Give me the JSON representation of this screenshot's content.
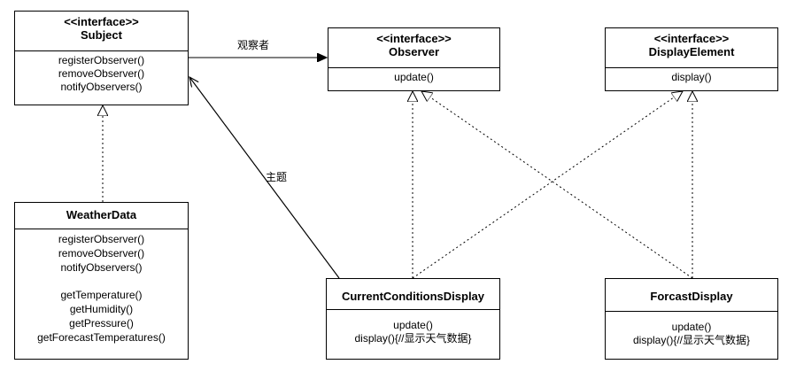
{
  "classes": {
    "subject": {
      "stereotype": "<<interface>>",
      "name": "Subject",
      "methods": [
        "registerObserver()",
        "removeObserver()",
        "notifyObservers()"
      ]
    },
    "observer": {
      "stereotype": "<<interface>>",
      "name": "Observer",
      "methods": [
        "update()"
      ]
    },
    "display_element": {
      "stereotype": "<<interface>>",
      "name": "DisplayElement",
      "methods": [
        "display()"
      ]
    },
    "weather_data": {
      "name": "WeatherData",
      "methods": [
        "registerObserver()",
        "removeObserver()",
        "notifyObservers()",
        "",
        "getTemperature()",
        "getHumidity()",
        "getPressure()",
        "getForecastTemperatures()"
      ]
    },
    "current_conditions_display": {
      "name": "CurrentConditionsDisplay",
      "methods": [
        "update()",
        "display(){//显示天气数据}"
      ]
    },
    "forcast_display": {
      "name": "ForcastDisplay",
      "methods": [
        "update()",
        "display(){//显示天气数据}"
      ]
    }
  },
  "relations": {
    "observer_label": "观察者",
    "subject_label": "主题"
  }
}
